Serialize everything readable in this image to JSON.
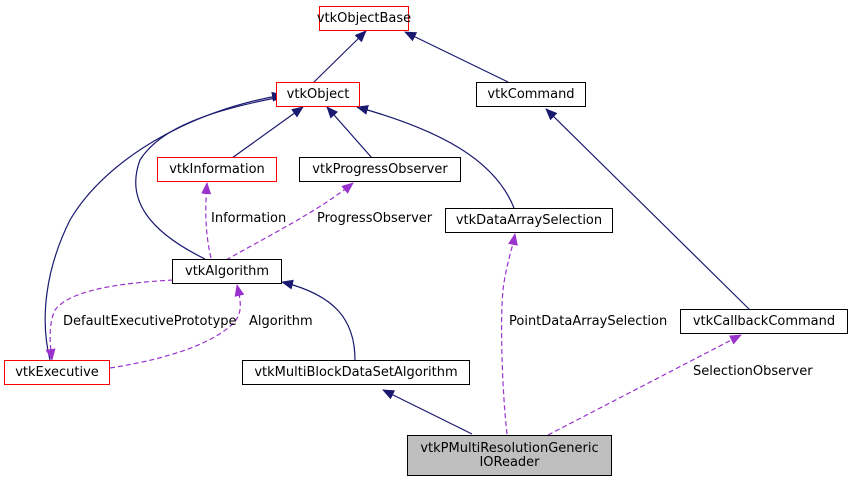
{
  "colors": {
    "inheritance": "#191970",
    "usage": "#9a32cd",
    "incomplete_border": "#ff0000",
    "normal_border": "#000000",
    "focus_fill": "#bfbfbf"
  },
  "nodes": {
    "vtkObjectBase": "vtkObjectBase",
    "vtkObject": "vtkObject",
    "vtkCommand": "vtkCommand",
    "vtkInformation": "vtkInformation",
    "vtkProgressObserver": "vtkProgressObserver",
    "vtkDataArraySelection": "vtkDataArraySelection",
    "vtkAlgorithm": "vtkAlgorithm",
    "vtkCallbackCommand": "vtkCallbackCommand",
    "vtkExecutive": "vtkExecutive",
    "vtkMultiBlockDataSetAlgorithm": "vtkMultiBlockDataSetAlgorithm",
    "focus_line1": "vtkPMultiResolutionGeneric",
    "focus_line2": "IOReader"
  },
  "edge_labels": {
    "information": "Information",
    "progress_observer": "ProgressObserver",
    "default_executive_prototype": "DefaultExecutivePrototype",
    "algorithm": "Algorithm",
    "point_data_array_selection": "PointDataArraySelection",
    "selection_observer": "SelectionObserver"
  }
}
